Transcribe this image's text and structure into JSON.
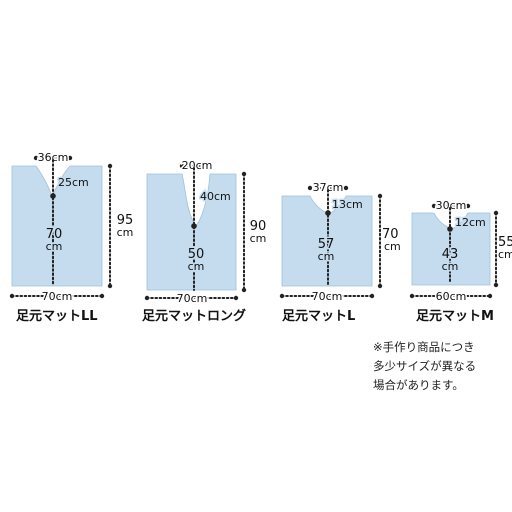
{
  "mats": [
    {
      "name": "足元マットLL",
      "top_width": "36cm",
      "notch_depth": "25cm",
      "center_length_num": "70",
      "center_length_unit": "cm",
      "height_num": "95",
      "height_unit": "cm",
      "width": "70cm"
    },
    {
      "name": "足元マットロング",
      "top_width": "20cm",
      "notch_depth": "40cm",
      "center_length_num": "50",
      "center_length_unit": "cm",
      "height_num": "90",
      "height_unit": "cm",
      "width": "70cm"
    },
    {
      "name": "足元マットL",
      "top_width": "37cm",
      "notch_depth": "13cm",
      "center_length_num": "57",
      "center_length_unit": "cm",
      "height_num": "70",
      "height_unit": "cm",
      "width": "70cm"
    },
    {
      "name": "足元マットM",
      "top_width": "30cm",
      "notch_depth": "12cm",
      "center_length_num": "43",
      "center_length_unit": "cm",
      "height_num": "55",
      "height_unit": "cm",
      "width": "60cm"
    }
  ],
  "note": {
    "lines": [
      "※手作り商品につき",
      "多少サイズが異なる",
      "場合があります。"
    ]
  },
  "colors": {
    "mat_fill": "#c5dcef",
    "dimension_line": "#222222"
  }
}
